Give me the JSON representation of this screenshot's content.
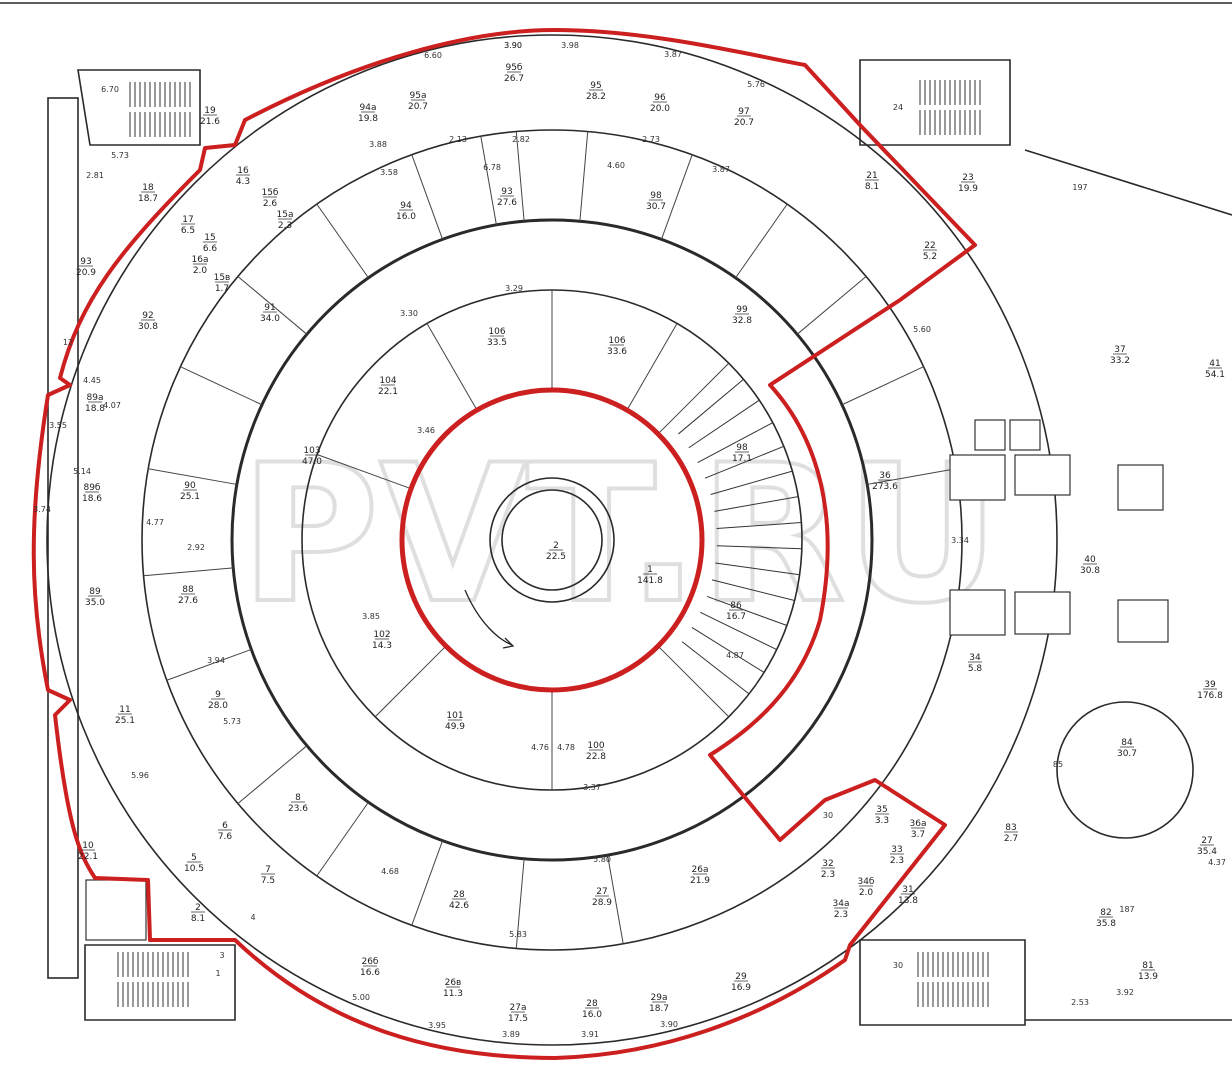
{
  "watermark": "PVT.RU",
  "colors": {
    "boundary": "#cc1f1f",
    "walls": "#2a2a2a",
    "watermark": "#d8d8d8"
  },
  "rooms": [
    {
      "num": "19",
      "area": "21.6"
    },
    {
      "num": "18",
      "area": "18.7"
    },
    {
      "num": "17",
      "area": "6.5"
    },
    {
      "num": "16",
      "area": "4.3"
    },
    {
      "num": "15б",
      "area": "2.6"
    },
    {
      "num": "15а",
      "area": "2.3"
    },
    {
      "num": "15",
      "area": "6.6"
    },
    {
      "num": "16а",
      "area": "2.0"
    },
    {
      "num": "15в",
      "area": "1.7"
    },
    {
      "num": "91",
      "area": "34.0"
    },
    {
      "num": "92",
      "area": "30.8"
    },
    {
      "num": "93",
      "area": "20.9"
    },
    {
      "num": "89а",
      "area": "18.8"
    },
    {
      "num": "89б",
      "area": "18.6"
    },
    {
      "num": "90",
      "area": "25.1"
    },
    {
      "num": "89",
      "area": "35.0"
    },
    {
      "num": "88",
      "area": "27.6"
    },
    {
      "num": "11",
      "area": "25.1"
    },
    {
      "num": "9",
      "area": "28.0"
    },
    {
      "num": "10",
      "area": "22.1"
    },
    {
      "num": "8",
      "area": "23.6"
    },
    {
      "num": "6",
      "area": "7.6"
    },
    {
      "num": "7",
      "area": "7.5"
    },
    {
      "num": "5",
      "area": "10.5"
    },
    {
      "num": "2",
      "area": "8.1"
    },
    {
      "num": "94а",
      "area": "19.8"
    },
    {
      "num": "95а",
      "area": "20.7"
    },
    {
      "num": "95б",
      "area": "26.7"
    },
    {
      "num": "95",
      "area": "28.2"
    },
    {
      "num": "96",
      "area": "20.0"
    },
    {
      "num": "97",
      "area": "20.7"
    },
    {
      "num": "94",
      "area": "16.0"
    },
    {
      "num": "93",
      "area": "27.6"
    },
    {
      "num": "98",
      "area": "30.7"
    },
    {
      "num": "21",
      "area": "8.1"
    },
    {
      "num": "22",
      "area": "5.2"
    },
    {
      "num": "23",
      "area": "19.9"
    },
    {
      "num": "99",
      "area": "32.8"
    },
    {
      "num": "106",
      "area": "33.5"
    },
    {
      "num": "106",
      "area": "33.6"
    },
    {
      "num": "104",
      "area": "22.1"
    },
    {
      "num": "103",
      "area": "47.0"
    },
    {
      "num": "102",
      "area": "14.3"
    },
    {
      "num": "101",
      "area": "49.9"
    },
    {
      "num": "100",
      "area": "22.8"
    },
    {
      "num": "2",
      "area": "22.5"
    },
    {
      "num": "1",
      "area": "141.8"
    },
    {
      "num": "98",
      "area": "17.1"
    },
    {
      "num": "86",
      "area": "16.7"
    },
    {
      "num": "36",
      "area": "273.6"
    },
    {
      "num": "40",
      "area": "30.8"
    },
    {
      "num": "37",
      "area": "33.2"
    },
    {
      "num": "41",
      "area": "54.1"
    },
    {
      "num": "34",
      "area": "5.8"
    },
    {
      "num": "39",
      "area": "176.8"
    },
    {
      "num": "84",
      "area": "30.7"
    },
    {
      "num": "35",
      "area": "3.3"
    },
    {
      "num": "36а",
      "area": "3.7"
    },
    {
      "num": "33",
      "area": "2.3"
    },
    {
      "num": "31",
      "area": "13.8"
    },
    {
      "num": "32",
      "area": "2.3"
    },
    {
      "num": "34б",
      "area": "2.0"
    },
    {
      "num": "34а",
      "area": "2.3"
    },
    {
      "num": "27",
      "area": "35.4"
    },
    {
      "num": "28",
      "area": "42.6"
    },
    {
      "num": "27",
      "area": "28.9"
    },
    {
      "num": "26а",
      "area": "21.9"
    },
    {
      "num": "26б",
      "area": "16.6"
    },
    {
      "num": "26в",
      "area": "11.3"
    },
    {
      "num": "27а",
      "area": "17.5"
    },
    {
      "num": "28",
      "area": "16.0"
    },
    {
      "num": "29а",
      "area": "18.7"
    },
    {
      "num": "29",
      "area": "16.9"
    },
    {
      "num": "82",
      "area": "35.8"
    },
    {
      "num": "81",
      "area": "13.9"
    },
    {
      "num": "83",
      "area": "2.7"
    }
  ],
  "dims": [
    "6.70",
    "5.73",
    "2.81",
    "4.45",
    "4.07",
    "3.55",
    "5.14",
    "3.74",
    "2.92",
    "4.77",
    "3.94",
    "5.96",
    "5.73",
    "3.85",
    "4.87",
    "4.78",
    "3.46",
    "3.29",
    "3.30",
    "3.90",
    "6.60",
    "3.90",
    "2.82",
    "3.98",
    "3.87",
    "5.76",
    "3.58",
    "6.78",
    "4.60",
    "2.73",
    "3.87",
    "2.13",
    "3.88",
    "5.80",
    "5.83",
    "4.68",
    "5.00",
    "3.95",
    "3.89",
    "3.91",
    "3.90",
    "3.37",
    "4.76",
    "2.53",
    "3.92",
    "4.37",
    "187",
    "197",
    "3.34",
    "5.60"
  ],
  "misc_labels": [
    "12",
    "1",
    "3",
    "4",
    "30",
    "30",
    "24",
    "85"
  ]
}
